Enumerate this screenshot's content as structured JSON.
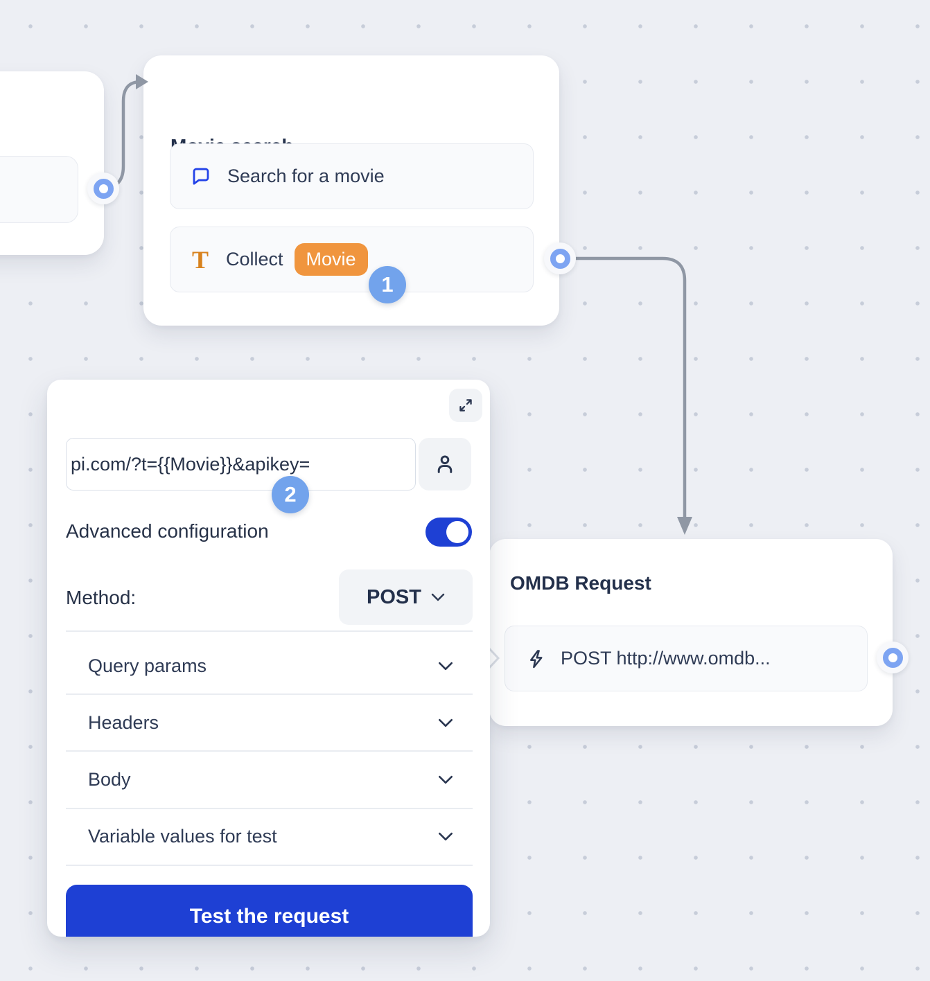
{
  "colors": {
    "canvas_bg": "#edeff4",
    "grid_dot": "#c7cdd9",
    "accent_blue": "#1e40d4",
    "port_blue": "#7da4f2",
    "step_badge_blue": "#72a3ec",
    "badge_orange": "#f0953e",
    "icon_orange": "#d8821e",
    "icon_blue": "#2443e8",
    "wire_gray": "#8f97a4",
    "title_navy": "#23304b"
  },
  "nodes": {
    "movie_search": {
      "title": "Movie search",
      "items": [
        {
          "icon": "chat-bubble-icon",
          "label": "Search for a movie"
        },
        {
          "icon": "text-type-icon",
          "label": "Collect",
          "badge": "Movie"
        }
      ],
      "step_badge": "1"
    },
    "omdb_request": {
      "title": "OMDB Request",
      "items": [
        {
          "icon": "lightning-icon",
          "label": "POST http://www.omdb..."
        }
      ]
    }
  },
  "panel": {
    "step_badge": "2",
    "url_value": "pi.com/?t={{Movie}}&apikey=",
    "icons": [
      "expand-icon",
      "user-icon"
    ],
    "advanced_label": "Advanced configuration",
    "advanced_on": true,
    "method_label": "Method:",
    "method_value": "POST",
    "sections": [
      {
        "label": "Query params"
      },
      {
        "label": "Headers"
      },
      {
        "label": "Body"
      },
      {
        "label": "Variable values for test"
      }
    ],
    "test_button_label": "Test the request"
  }
}
